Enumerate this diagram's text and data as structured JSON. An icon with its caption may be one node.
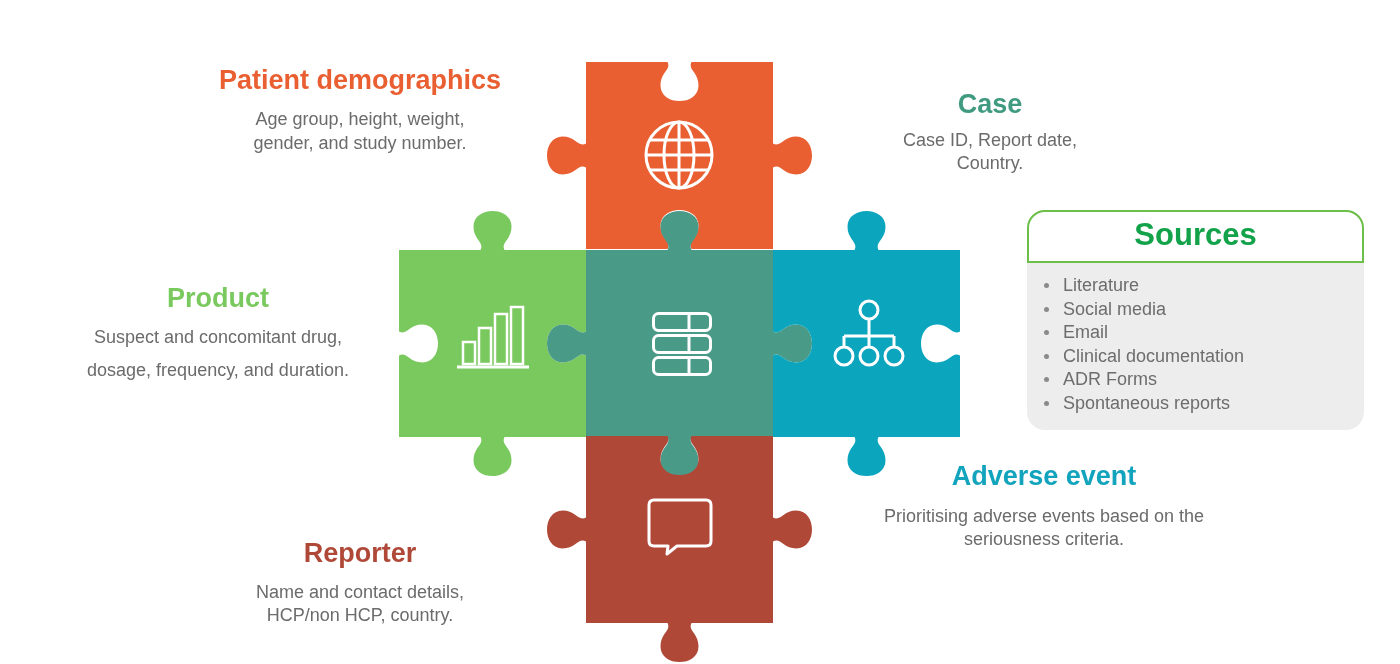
{
  "diagram": {
    "nodes": [
      {
        "text": [],
        "shape": "puzzle",
        "beside": [
          "Patient demographics",
          "Age group, height, weight, gender, and study number."
        ]
      },
      {
        "text": [],
        "shape": "puzzle",
        "beside": [
          "Product",
          "Suspect and concomitant drug, dosage, frequency, and duration."
        ]
      },
      {
        "text": [],
        "shape": "puzzle",
        "beside": [
          "Case",
          "Case ID, Report date, Country."
        ]
      },
      {
        "text": [],
        "shape": "puzzle",
        "beside": [
          "Adverse event",
          "Prioritising adverse events based on the seriousness criteria."
        ]
      },
      {
        "text": [],
        "shape": "puzzle",
        "beside": [
          "Reporter",
          "Name and contact details, HCP/non HCP, country."
        ]
      },
      {
        "text": [
          "Sources",
          "Literature",
          "Social media",
          "Email",
          "Clinical documentation",
          "ADR Forms",
          "Spontaneous reports"
        ]
      }
    ]
  }
}
